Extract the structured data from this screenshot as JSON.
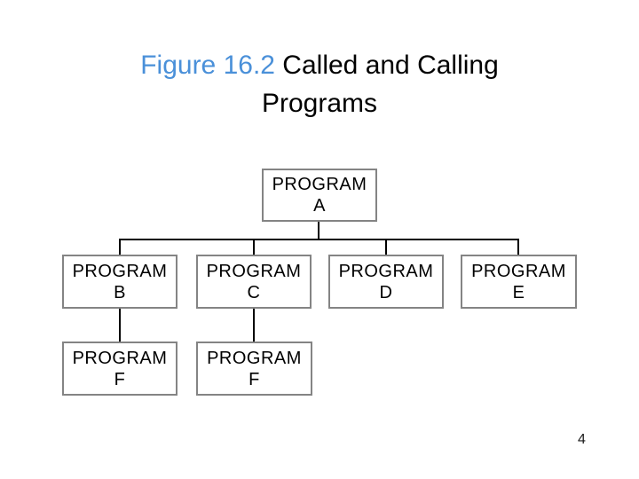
{
  "slide": {
    "title": {
      "accent_text": "Figure 16.2",
      "line1_rest": " Called and Calling",
      "line2": "Programs"
    },
    "page_number": "4"
  },
  "colors": {
    "accent_blue": "#4a90d9",
    "box_border": "#848484",
    "connector": "#000000",
    "text": "#000000",
    "background": "#ffffff"
  },
  "diagram": {
    "type": "hierarchy",
    "description": "Program call hierarchy: PROGRAM A calls B, C, D, E; PROGRAM B and PROGRAM C each call PROGRAM F",
    "nodes": [
      {
        "id": "A",
        "line1": "PROGRAM",
        "line2": "A"
      },
      {
        "id": "B",
        "line1": "PROGRAM",
        "line2": "B"
      },
      {
        "id": "C",
        "line1": "PROGRAM",
        "line2": "C"
      },
      {
        "id": "D",
        "line1": "PROGRAM",
        "line2": "D"
      },
      {
        "id": "E",
        "line1": "PROGRAM",
        "line2": "E"
      },
      {
        "id": "F1",
        "line1": "PROGRAM",
        "line2": "F"
      },
      {
        "id": "F2",
        "line1": "PROGRAM",
        "line2": "F"
      }
    ],
    "edges": [
      {
        "from": "A",
        "to": "B"
      },
      {
        "from": "A",
        "to": "C"
      },
      {
        "from": "A",
        "to": "D"
      },
      {
        "from": "A",
        "to": "E"
      },
      {
        "from": "B",
        "to": "F1"
      },
      {
        "from": "C",
        "to": "F2"
      }
    ]
  }
}
